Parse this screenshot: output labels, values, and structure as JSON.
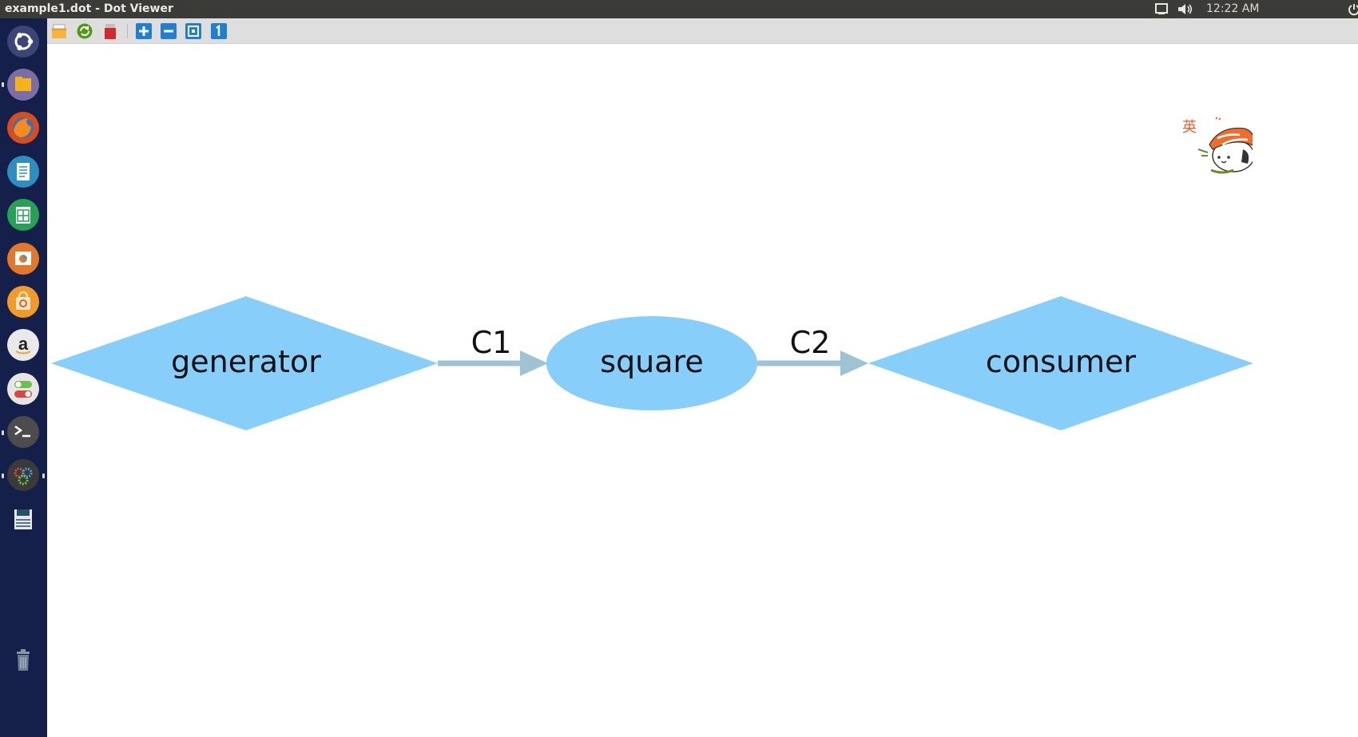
{
  "window": {
    "title": "example1.dot - Dot Viewer"
  },
  "panel": {
    "clock": "12:22 AM",
    "indicators": [
      "network-icon",
      "volume-icon",
      "power-icon"
    ]
  },
  "launcher": {
    "items": [
      "ubuntu-dash-icon",
      "files-icon",
      "firefox-icon",
      "writer-icon",
      "calc-icon",
      "impress-icon",
      "software-center-icon",
      "amazon-icon",
      "system-settings-toggle-icon",
      "terminal-icon",
      "system-tools-icon",
      "disk-save-icon",
      "trash-icon"
    ]
  },
  "toolbar": {
    "buttons": [
      "open-icon",
      "reload-icon",
      "print-icon",
      "zoom-in-icon",
      "zoom-out-icon",
      "zoom-fit-icon",
      "zoom-100-icon"
    ]
  },
  "graph": {
    "nodes": [
      {
        "id": "generator",
        "label": "generator",
        "shape": "diamond"
      },
      {
        "id": "square",
        "label": "square",
        "shape": "ellipse"
      },
      {
        "id": "consumer",
        "label": "consumer",
        "shape": "diamond"
      }
    ],
    "edges": [
      {
        "from": "generator",
        "to": "square",
        "label": "C1"
      },
      {
        "from": "square",
        "to": "consumer",
        "label": "C2"
      }
    ],
    "node_color": "#87cefa",
    "edge_color": "#9dc3d4"
  },
  "mascot": {
    "char": "英"
  }
}
